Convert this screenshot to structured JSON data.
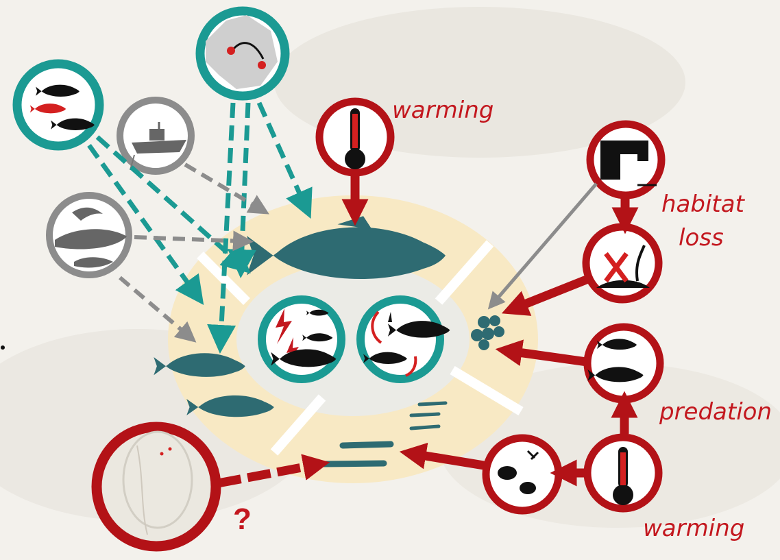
{
  "labels": {
    "warming_top": "warming",
    "habitat": "habitat",
    "loss": "loss",
    "predation": "predation",
    "warming_bottom": "warming",
    "question": "?"
  },
  "colors": {
    "teal": "#1b9a93",
    "fish_teal": "#2e6b72",
    "red": "#b31217",
    "gray": "#8c8c8c",
    "ring": "#f8e9c4",
    "center": "#ebebe6",
    "background": "#f3f1ec"
  },
  "icons": [
    "fish-species-icon",
    "fishing-vessel-icon",
    "map-migration-icon",
    "bird-seal-predator-icon",
    "thermometer-icon",
    "effluent-pipe-icon",
    "seaweed-loss-icon",
    "predatory-fish-icon",
    "zooplankton-icon",
    "jellyfish-photo-icon",
    "lightning-fish-icon",
    "food-web-cycle-icon",
    "adult-herring-icon",
    "juvenile-herring-icon",
    "larvae-icon",
    "eggs-icon"
  ]
}
